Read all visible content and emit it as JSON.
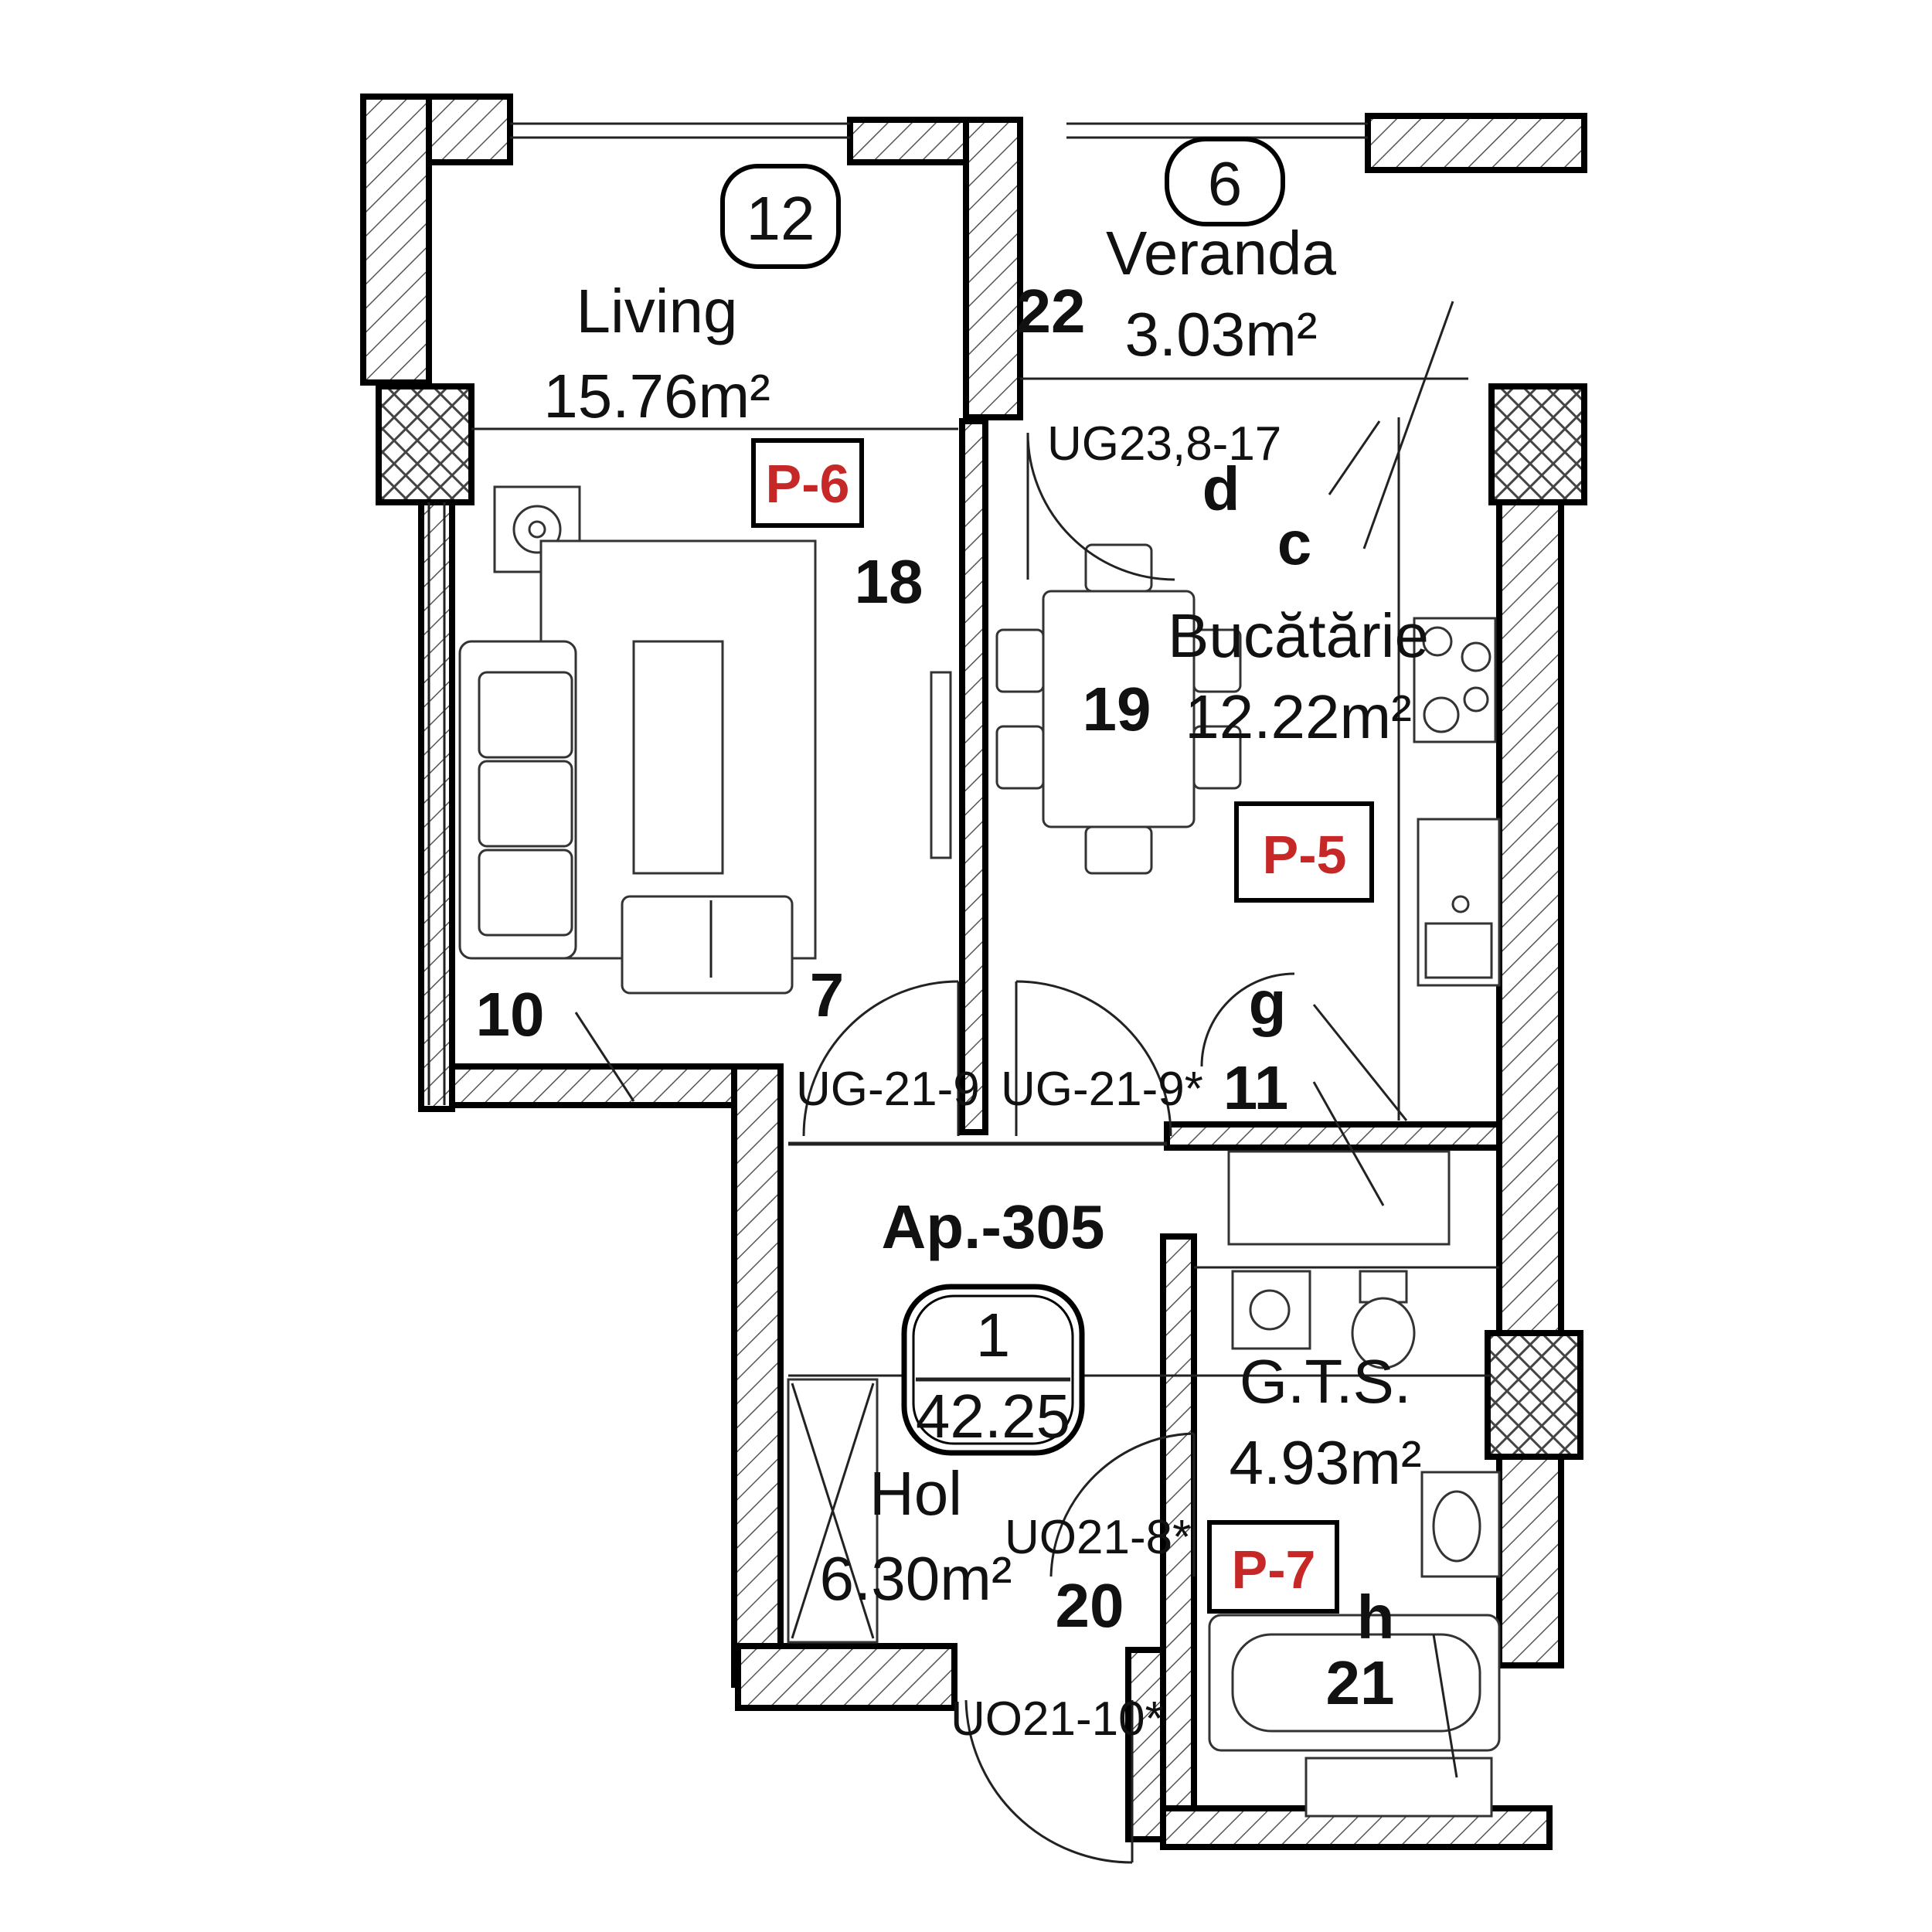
{
  "plan": {
    "apartment": "Ap.-305",
    "total_number": "1",
    "total_area": "42.25",
    "rooms": [
      {
        "name": "Living",
        "area": "15.76m²",
        "tag": "P-6",
        "circle": "12"
      },
      {
        "name": "Veranda",
        "area": "3.03m²",
        "circle": "6"
      },
      {
        "name": "Bucătărie",
        "area": "12.22m²",
        "tag": "P-5"
      },
      {
        "name": "G.T.S.",
        "area": "4.93m²",
        "tag": "P-7"
      },
      {
        "name": "Hol",
        "area": "6.30m²"
      }
    ],
    "doors": [
      "UG23,8-17",
      "UG-21-9",
      "UG-21-9*",
      "UO21-8*",
      "UO21-10*"
    ],
    "numbers": [
      "22",
      "18",
      "19",
      "7",
      "10",
      "11",
      "20",
      "21"
    ],
    "letters": [
      "d",
      "c",
      "g",
      "h"
    ]
  },
  "colors": {
    "tag": "#c62828",
    "wall": "#000000"
  }
}
